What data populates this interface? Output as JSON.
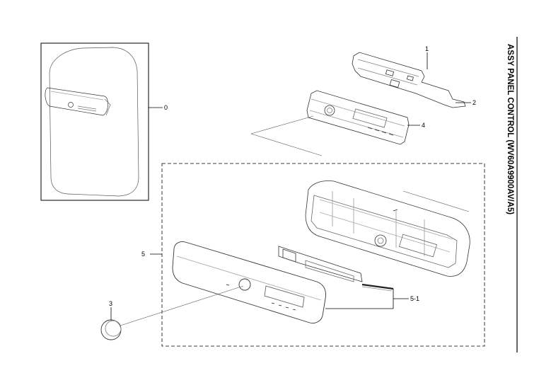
{
  "title": "ASSY PANEL CONTROL (WV60A9900AV/A5)",
  "callouts": {
    "c0": "0",
    "c1": "1",
    "c2": "2",
    "c3": "3",
    "c4": "4",
    "c5": "5",
    "c51": "5-1"
  }
}
